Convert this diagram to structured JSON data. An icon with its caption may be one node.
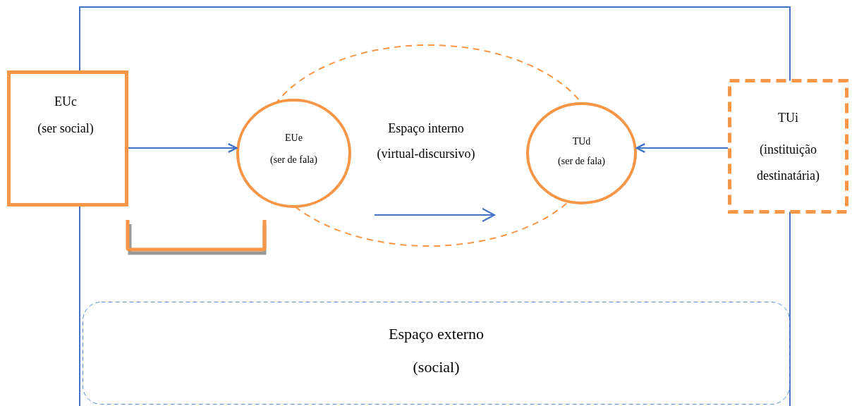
{
  "diagram": {
    "nodes": [
      {
        "text": [
          "EUc",
          "(ser social)"
        ]
      },
      {
        "text": [
          "Espaço interno",
          "(virtual-discursivo)"
        ]
      },
      {
        "text": [
          "EUe",
          "(ser de fala)"
        ]
      },
      {
        "text": [
          "TUd",
          "(ser de fala)"
        ]
      },
      {
        "text": [
          "TUi",
          "(instituição destinatária)"
        ]
      },
      {
        "text": [
          "Espaço externo",
          "(social)"
        ]
      }
    ],
    "edges": [
      {
        "from": 0,
        "to": 2,
        "arrow": "to"
      },
      {
        "from": 4,
        "to": 3,
        "arrow": "to"
      }
    ]
  }
}
